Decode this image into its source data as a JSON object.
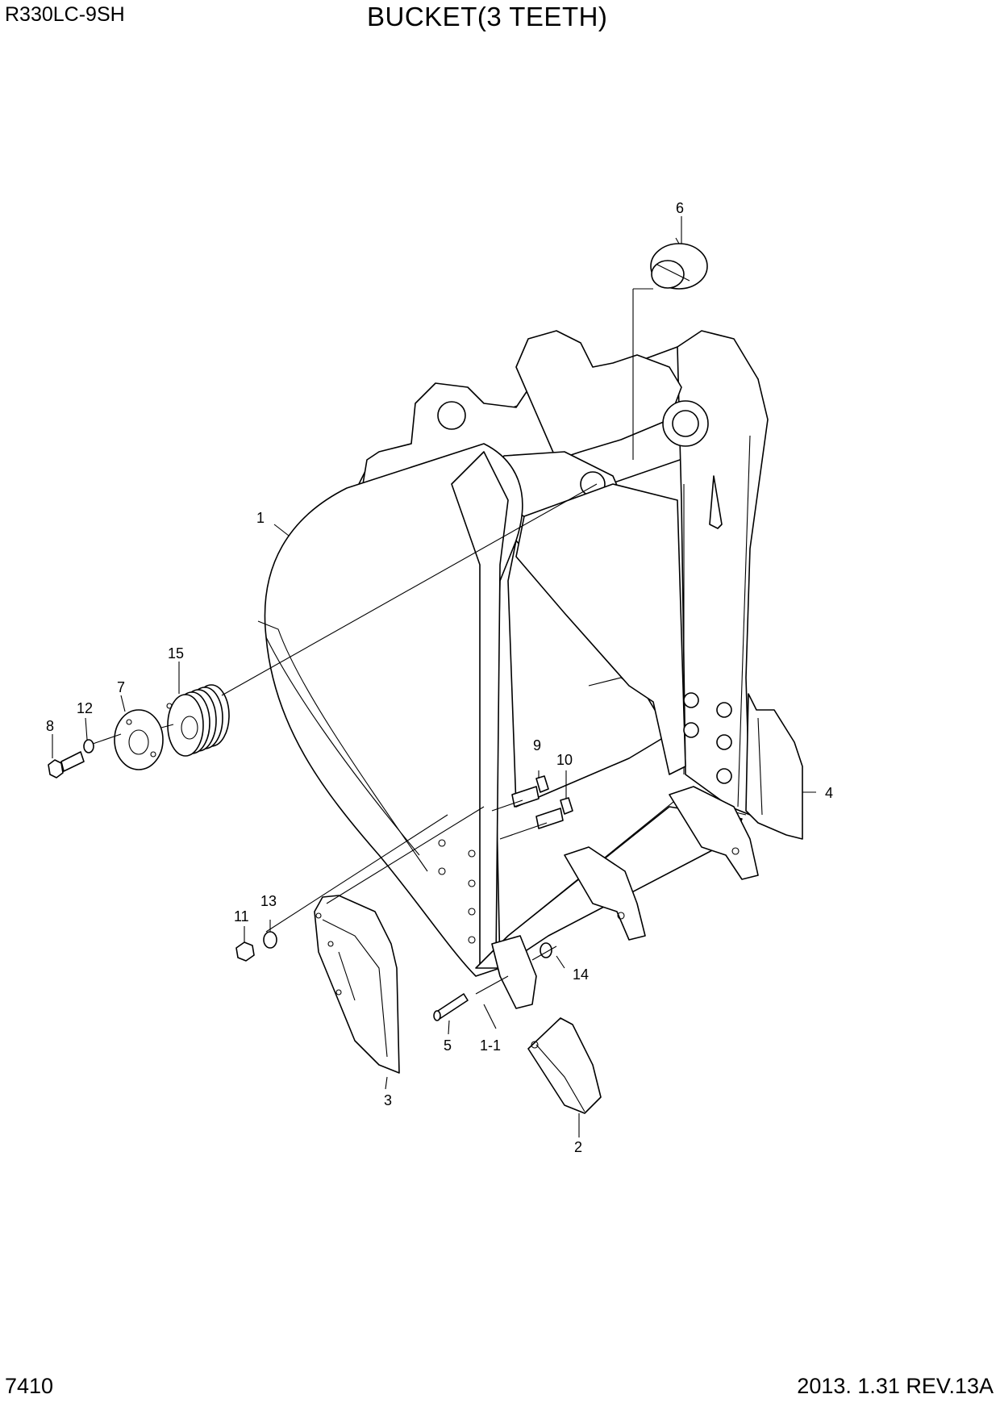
{
  "header": {
    "model": "R330LC-9SH",
    "title": "BUCKET(3 TEETH)"
  },
  "footer": {
    "page_number": "7410",
    "revision": "2013. 1.31  REV.13A"
  },
  "callouts": {
    "c1": "1",
    "c1_1": "1-1",
    "c2": "2",
    "c3": "3",
    "c4": "4",
    "c5": "5",
    "c6": "6",
    "c7": "7",
    "c8": "8",
    "c9": "9",
    "c10": "10",
    "c11": "11",
    "c12": "12",
    "c13": "13",
    "c14": "14",
    "c15": "15"
  }
}
